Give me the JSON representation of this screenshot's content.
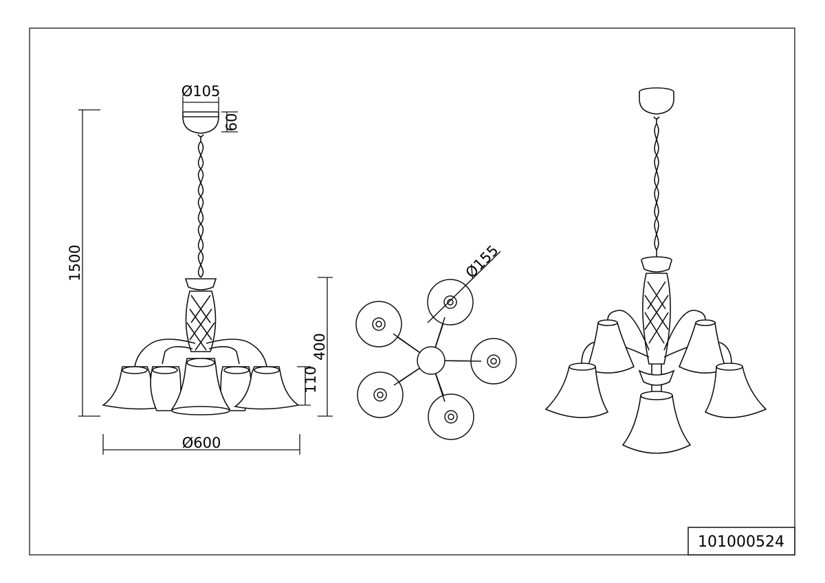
{
  "product_code": "101000524",
  "dimensions": {
    "canopy_diameter": "Ø105",
    "canopy_height": "60",
    "total_height": "1500",
    "body_height": "400",
    "shade_height": "110",
    "overall_diameter": "Ø600",
    "shade_diameter": "Ø155"
  },
  "colors": {
    "line": "#111111",
    "background": "#ffffff"
  }
}
